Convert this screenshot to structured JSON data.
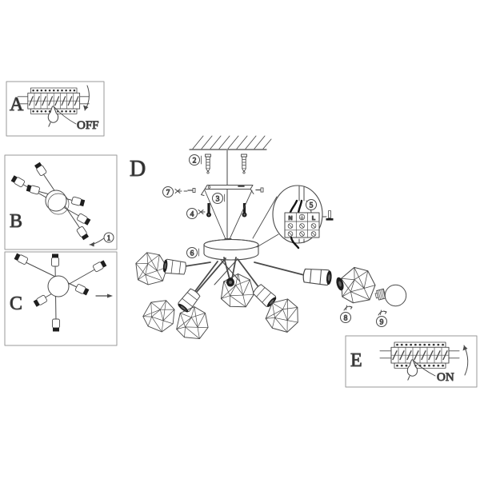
{
  "title": "ceiling-lamp-installation-instructions",
  "colors": {
    "ink": "#4a4a4a",
    "panel_border": "#9a9a9a",
    "dark_fill": "#1e1e1e",
    "background": "#ffffff"
  },
  "panels": {
    "a": {
      "label": "A",
      "status": "OFF"
    },
    "b": {
      "label": "B",
      "step_badge": "1"
    },
    "c": {
      "label": "C"
    },
    "d": {
      "label": "D"
    },
    "e": {
      "label": "E",
      "status": "ON"
    }
  },
  "steps": {
    "step1": "1",
    "step2": "2",
    "step3": "3",
    "step4": "4",
    "step5": "5",
    "step6": "6",
    "step7": "7",
    "step8": "8",
    "step9": "9"
  },
  "wiring": {
    "neutral": "N",
    "live": "L"
  },
  "icons": {
    "ground": "earth-ground-icon",
    "hand": "pointing-hand-icon",
    "twist": "twist-arrow-icon",
    "arrow_off": "rotate-down-arrow-icon",
    "arrow_on": "rotate-up-arrow-icon"
  }
}
